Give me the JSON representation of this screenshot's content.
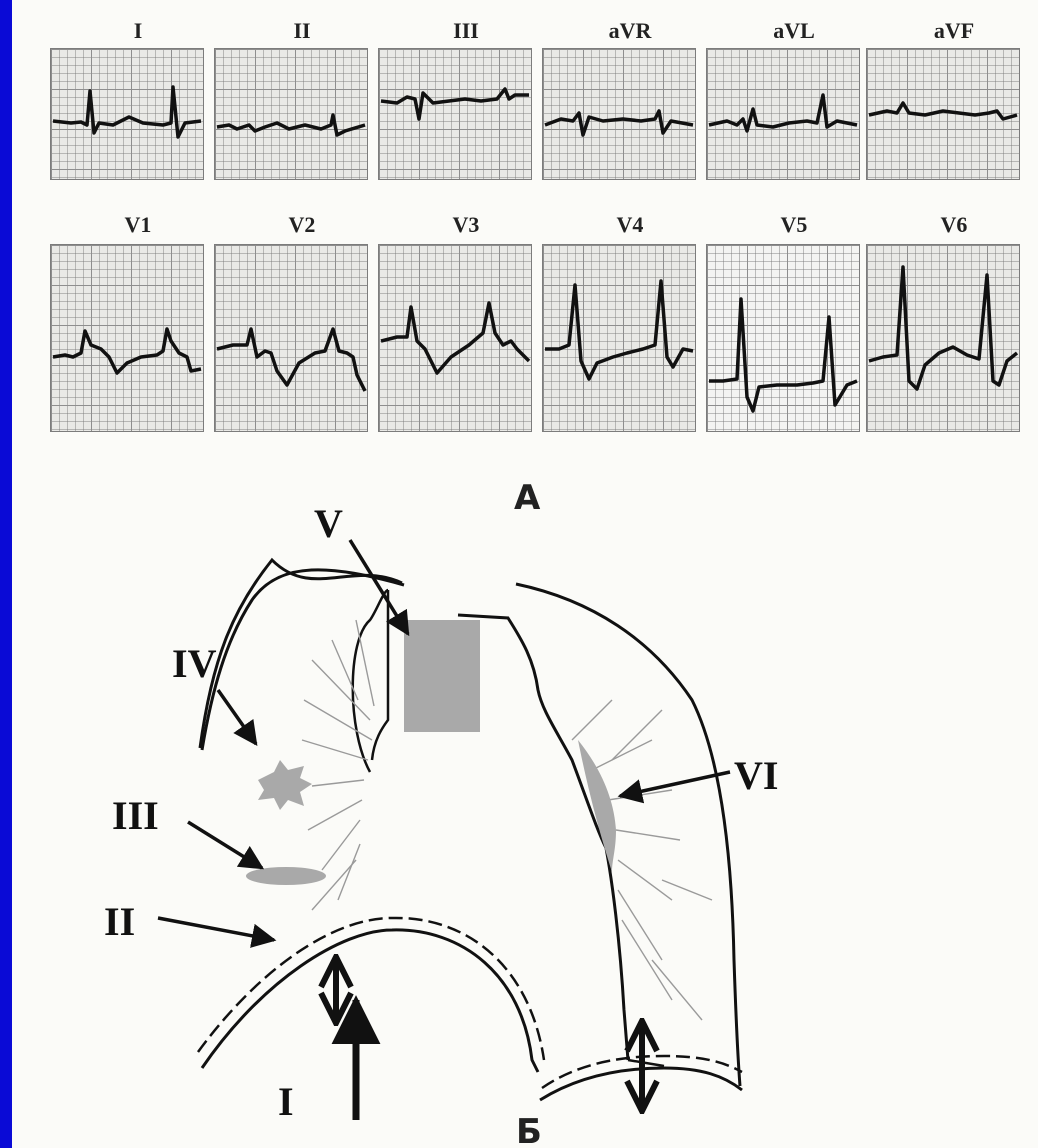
{
  "panel_a": {
    "label": "А",
    "limb_leads": [
      "I",
      "II",
      "III",
      "aVR",
      "aVL",
      "aVF"
    ],
    "chest_leads": [
      "V1",
      "V2",
      "V3",
      "V4",
      "V5",
      "V6"
    ]
  },
  "panel_b": {
    "label": "Б",
    "zones": [
      "I",
      "II",
      "III",
      "IV",
      "V",
      "VI"
    ]
  },
  "colors": {
    "background": "#0a0ad6",
    "paper": "#fbfbf8",
    "grid": "#8e8e8e",
    "trace": "#111111",
    "lesion": "#a9a9a9"
  }
}
